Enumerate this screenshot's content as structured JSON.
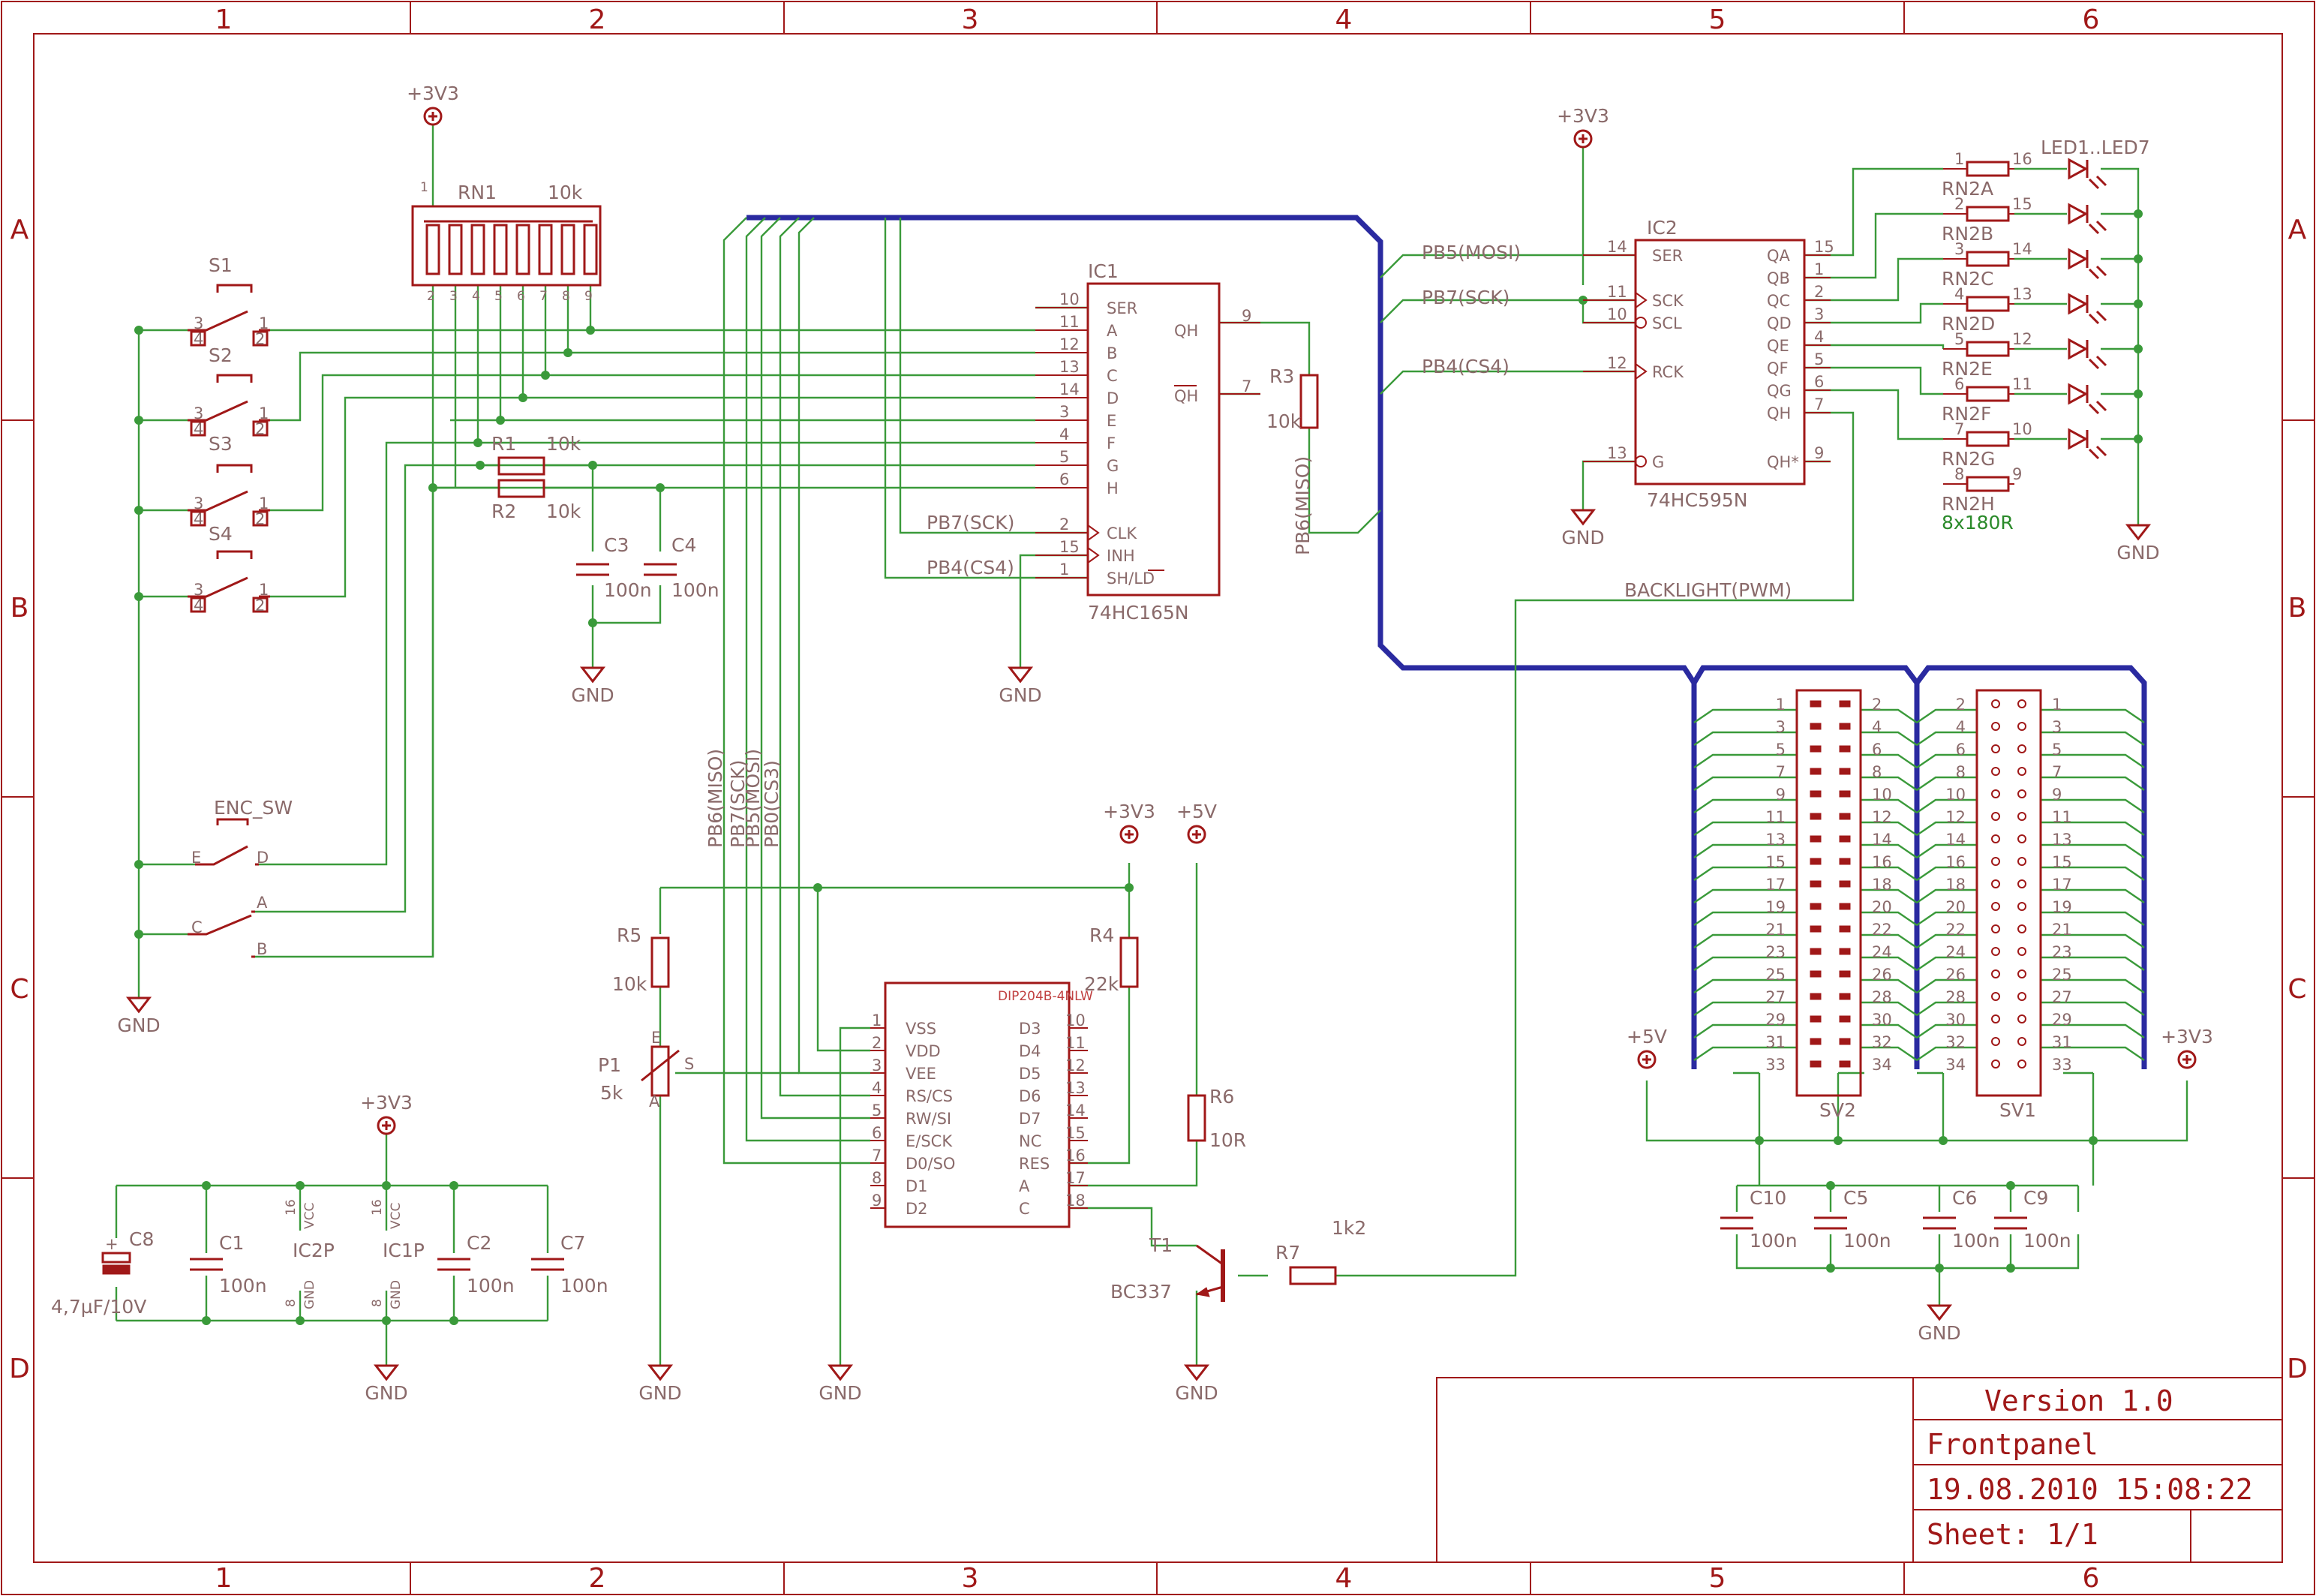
{
  "frame": {
    "cols": [
      "1",
      "2",
      "3",
      "4",
      "5",
      "6"
    ],
    "rows": [
      "A",
      "B",
      "C",
      "D"
    ]
  },
  "title_block": {
    "version": "Version 1.0",
    "name": "Frontpanel",
    "datetime": "19.08.2010 15:08:22",
    "sheet": "Sheet: 1/1"
  },
  "power": {
    "v33": "+3V3",
    "v5": "+5V",
    "gnd": "GND"
  },
  "switches": {
    "s1": "S1",
    "s2": "S2",
    "s3": "S3",
    "s4": "S4",
    "enc_sw": "ENC_SW",
    "pin1": "1",
    "pin2": "2",
    "pin3": "3",
    "pin4": "4",
    "enc_e": "E",
    "enc_d": "D",
    "enc_c": "C",
    "enc_a": "A",
    "enc_b": "B"
  },
  "rn1": {
    "name": "RN1",
    "value": "10k",
    "pins": [
      "2",
      "3",
      "4",
      "5",
      "6",
      "7",
      "8",
      "9"
    ],
    "pin1": "1"
  },
  "resistors": {
    "r1": "R1",
    "r1v": "10k",
    "r2": "R2",
    "r2v": "10k",
    "r3": "R3",
    "r3v": "10k",
    "r4": "R4",
    "r4v": "22k",
    "r5": "R5",
    "r5v": "10k",
    "r6": "R6",
    "r6v": "10R",
    "r7": "R7",
    "r7v": "1k2"
  },
  "caps": {
    "c1": "C1",
    "c2": "C2",
    "c3": "C3",
    "c4": "C4",
    "c5": "C5",
    "c6": "C6",
    "c7": "C7",
    "c8": "C8",
    "c9": "C9",
    "c10": "C10",
    "v100n": "100n",
    "c8v": "4,7µF/10V"
  },
  "ic1": {
    "name": "IC1",
    "type": "74HC165N",
    "left_pins": [
      {
        "num": "10",
        "name": "SER"
      },
      {
        "num": "11",
        "name": "A"
      },
      {
        "num": "12",
        "name": "B"
      },
      {
        "num": "13",
        "name": "C"
      },
      {
        "num": "14",
        "name": "D"
      },
      {
        "num": "3",
        "name": "E"
      },
      {
        "num": "4",
        "name": "F"
      },
      {
        "num": "5",
        "name": "G"
      },
      {
        "num": "6",
        "name": "H"
      },
      {
        "num": "2",
        "name": "CLK"
      },
      {
        "num": "15",
        "name": "INH"
      },
      {
        "num": "1",
        "name": "SH/LD"
      }
    ],
    "qh": "QH",
    "qh_num": "9",
    "qhn": "QH",
    "qhn_num": "7"
  },
  "ic2": {
    "name": "IC2",
    "type": "74HC595N",
    "left_pins": [
      {
        "num": "14",
        "name": "SER"
      },
      {
        "num": "11",
        "name": "SCK"
      },
      {
        "num": "10",
        "name": "SCL"
      },
      {
        "num": "12",
        "name": "RCK"
      },
      {
        "num": "13",
        "name": "G"
      }
    ],
    "right_pins": [
      {
        "num": "15",
        "name": "QA"
      },
      {
        "num": "1",
        "name": "QB"
      },
      {
        "num": "2",
        "name": "QC"
      },
      {
        "num": "3",
        "name": "QD"
      },
      {
        "num": "4",
        "name": "QE"
      },
      {
        "num": "5",
        "name": "QF"
      },
      {
        "num": "6",
        "name": "QG"
      },
      {
        "num": "7",
        "name": "QH"
      },
      {
        "num": "9",
        "name": "QH*"
      }
    ]
  },
  "rn2": {
    "names": [
      "RN2A",
      "RN2B",
      "RN2C",
      "RN2D",
      "RN2E",
      "RN2F",
      "RN2G",
      "RN2H"
    ],
    "left": [
      "1",
      "2",
      "3",
      "4",
      "5",
      "6",
      "7",
      "8"
    ],
    "right": [
      "16",
      "15",
      "14",
      "13",
      "12",
      "11",
      "10",
      "9"
    ],
    "value": "8x180R",
    "leds": "LED1..LED7"
  },
  "nets": {
    "pb5": "PB5(MOSI)",
    "pb7": "PB7(SCK)",
    "pb4": "PB4(CS4)",
    "pb6": "PB6(MISO)",
    "pb0": "PB0(CS3)",
    "backlight": "BACKLIGHT(PWM)"
  },
  "lcd": {
    "type": "DIP204B-4NLW",
    "left": [
      {
        "num": "1",
        "name": "VSS"
      },
      {
        "num": "2",
        "name": "VDD"
      },
      {
        "num": "3",
        "name": "VEE"
      },
      {
        "num": "4",
        "name": "RS/CS"
      },
      {
        "num": "5",
        "name": "RW/SI"
      },
      {
        "num": "6",
        "name": "E/SCK"
      },
      {
        "num": "7",
        "name": "D0/SO"
      },
      {
        "num": "8",
        "name": "D1"
      },
      {
        "num": "9",
        "name": "D2"
      }
    ],
    "right": [
      {
        "num": "10",
        "name": "D3"
      },
      {
        "num": "11",
        "name": "D4"
      },
      {
        "num": "12",
        "name": "D5"
      },
      {
        "num": "13",
        "name": "D6"
      },
      {
        "num": "14",
        "name": "D7"
      },
      {
        "num": "15",
        "name": "NC"
      },
      {
        "num": "16",
        "name": "RES"
      },
      {
        "num": "17",
        "name": "A"
      },
      {
        "num": "18",
        "name": "C"
      }
    ]
  },
  "p1": {
    "name": "P1",
    "value": "5k",
    "e": "E",
    "s": "S",
    "a": "A"
  },
  "t1": {
    "name": "T1",
    "type": "BC337"
  },
  "ic_power": {
    "ic2p": "IC2P",
    "ic1p": "IC1P",
    "vcc": "VCC",
    "gnd": "GND",
    "p16": "16",
    "p8": "8"
  },
  "sv": {
    "sv2": "SV2",
    "sv1": "SV1",
    "odd": [
      "1",
      "3",
      "5",
      "7",
      "9",
      "11",
      "13",
      "15",
      "17",
      "19",
      "21",
      "23",
      "25",
      "27",
      "29",
      "31",
      "33"
    ],
    "even": [
      "2",
      "4",
      "6",
      "8",
      "10",
      "12",
      "14",
      "16",
      "18",
      "20",
      "22",
      "24",
      "26",
      "28",
      "30",
      "32",
      "34"
    ]
  }
}
